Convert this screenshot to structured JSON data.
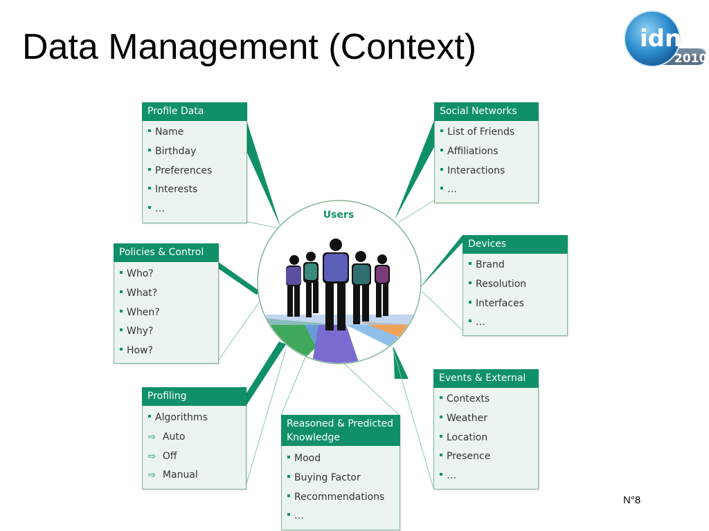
{
  "slide": {
    "title": "Data Management (Context)",
    "page_number": "N°8"
  },
  "logo": {
    "text": "idn",
    "year": "2010"
  },
  "hub": {
    "label": "Users"
  },
  "colors": {
    "accent": "#109068",
    "box_bg": "#ebf4ee",
    "box_border": "#7fb596"
  },
  "boxes": {
    "profile_data": {
      "title": "Profile Data",
      "items": [
        "Name",
        "Birthday",
        "Preferences",
        "Interests",
        "…"
      ]
    },
    "social_networks": {
      "title": "Social Networks",
      "items": [
        "List of Friends",
        "Affiliations",
        "Interactions",
        "…"
      ]
    },
    "policies_control": {
      "title": "Policies & Control",
      "items": [
        "Who?",
        "What?",
        "When?",
        "Why?",
        "How?"
      ]
    },
    "devices": {
      "title": "Devices",
      "items": [
        "Brand",
        "Resolution",
        "Interfaces",
        "…"
      ]
    },
    "profiling": {
      "title": "Profiling",
      "items": [
        "Algorithms"
      ],
      "sub_items": [
        "Auto",
        "Off",
        "Manual"
      ]
    },
    "reasoned": {
      "title_line1": "Reasoned & Predicted",
      "title_line2": "Knowledge",
      "items": [
        "Mood",
        "Buying Factor",
        "Recommendations",
        "…"
      ]
    },
    "events": {
      "title": "Events & External",
      "items": [
        "Contexts",
        "Weather",
        "Location",
        "Presence",
        "…"
      ]
    }
  },
  "icons": {
    "bullet": "square-bullet-icon",
    "sub_bullet": "arrow-right-icon"
  }
}
